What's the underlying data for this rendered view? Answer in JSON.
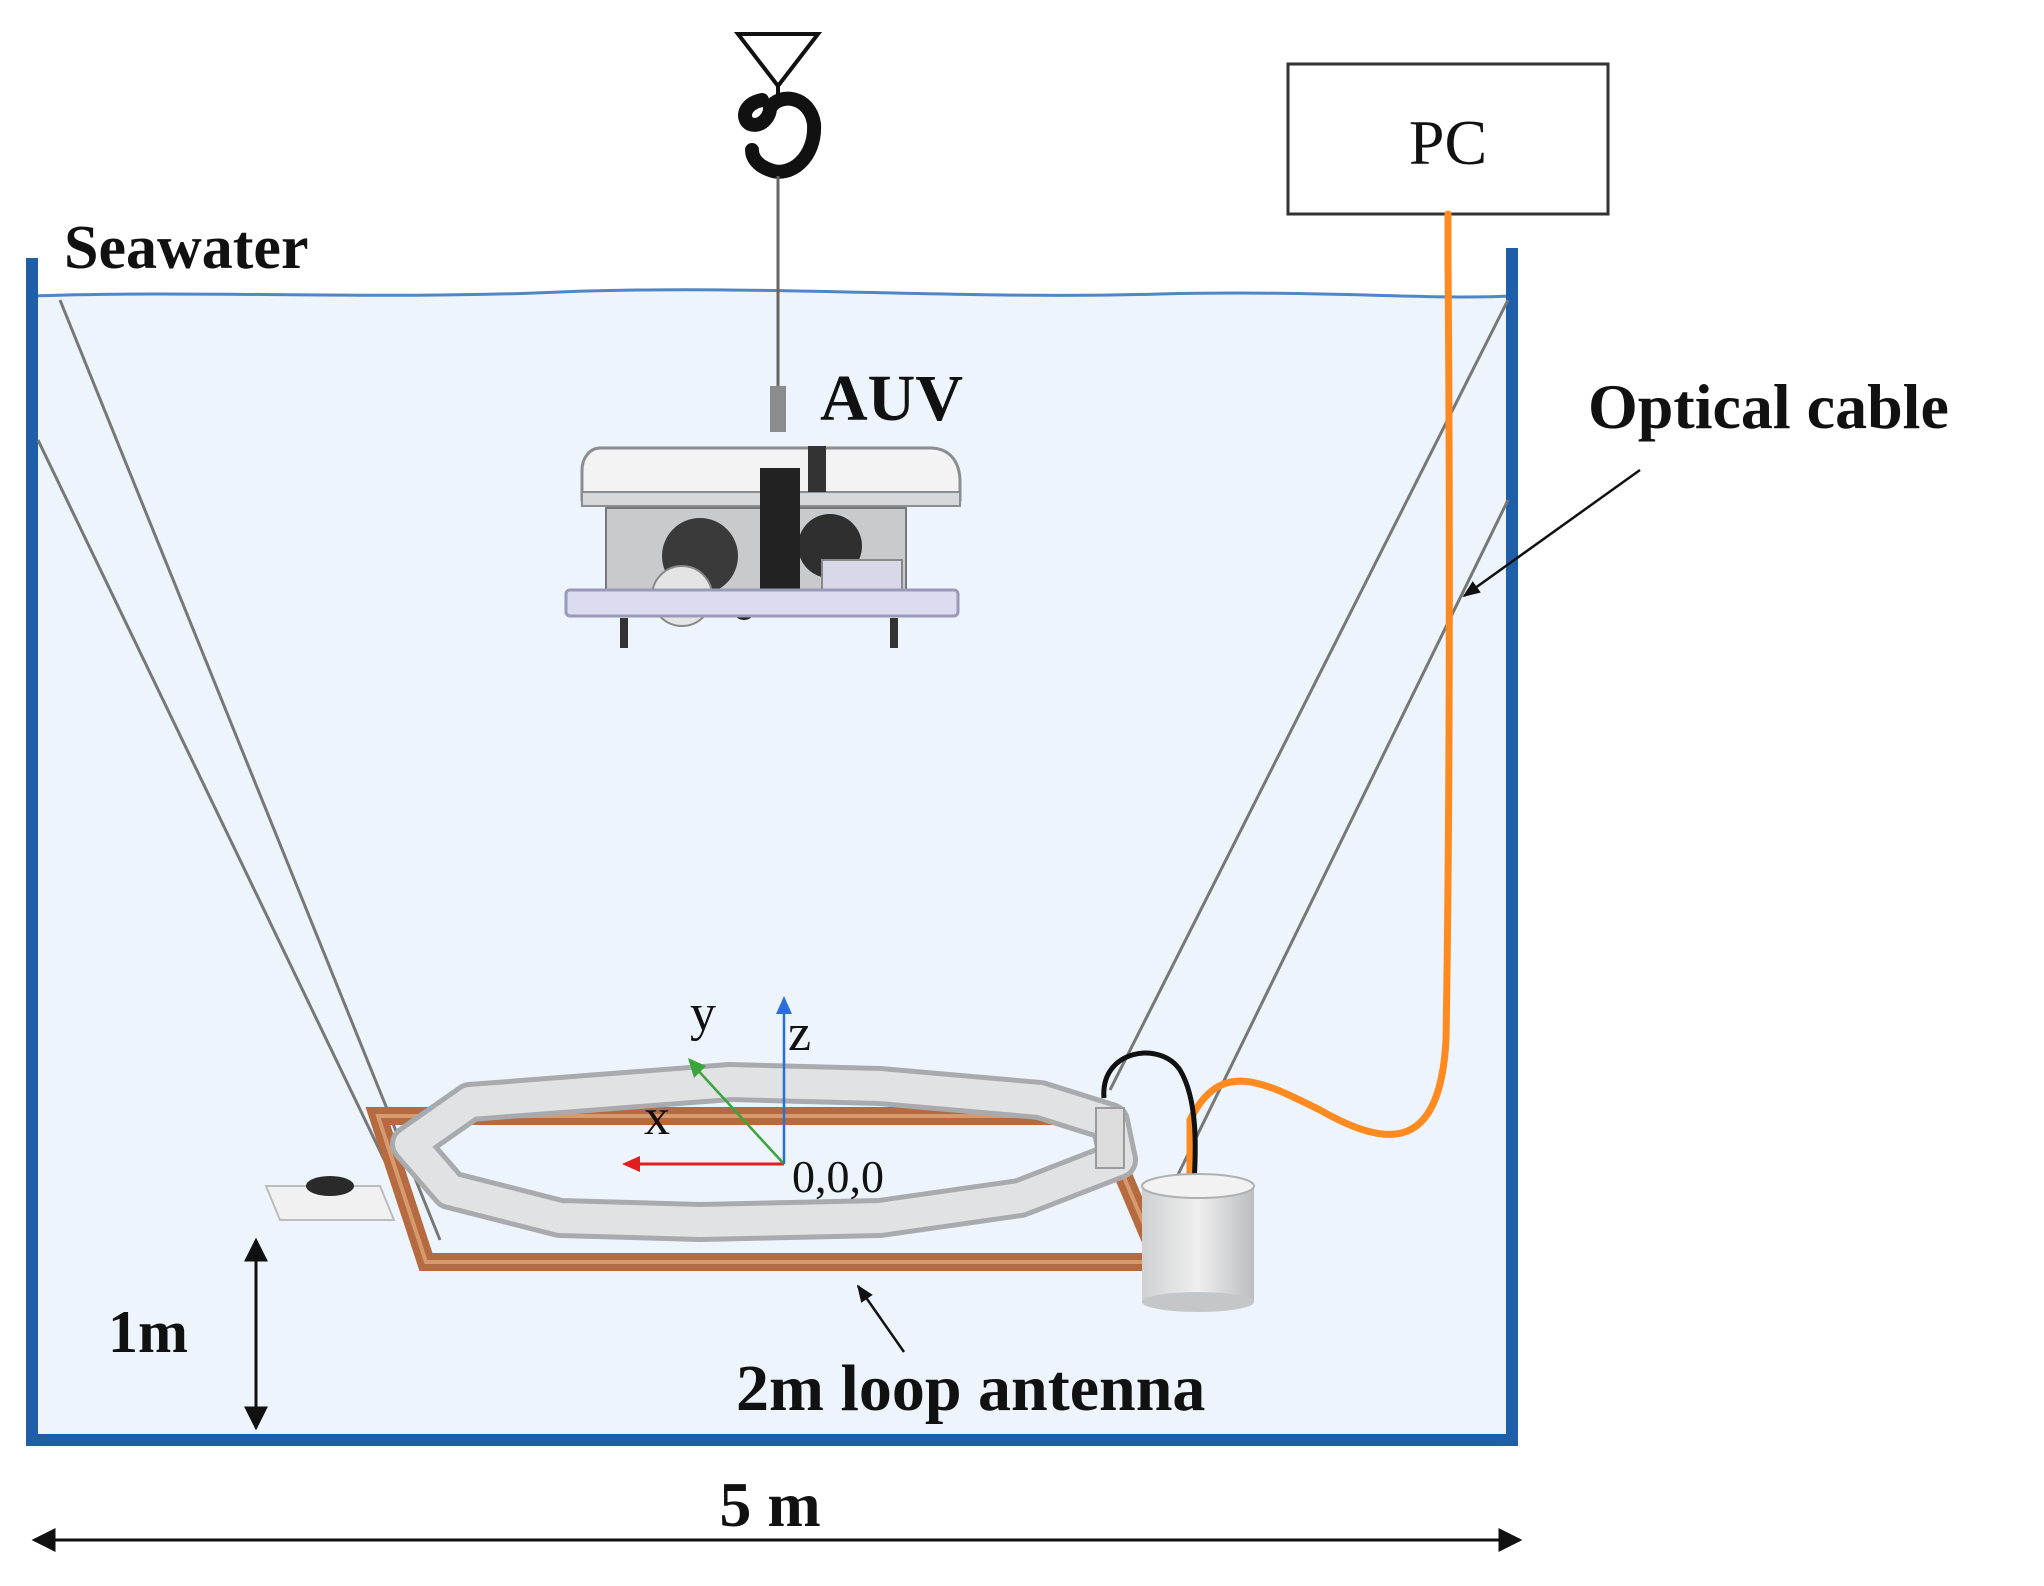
{
  "labels": {
    "seawater": "Seawater",
    "auv": "AUV",
    "pc": "PC",
    "optical_cable": "Optical cable",
    "axis_y": "y",
    "axis_z": "z",
    "axis_x": "x",
    "origin": "0,0,0",
    "depth": "1m",
    "loop_antenna": "2m loop antenna",
    "tank_width": "5 m"
  },
  "colors": {
    "tank_wall": "#1f5ea8",
    "water_fill": "#edf4fb",
    "water_surface": "#4f86c6",
    "optical_cable": "#ff8a1f",
    "copper_frame": "#b56a3f",
    "pipe_frame": "#d9dadc",
    "axis_x": "#e01e1e",
    "axis_y": "#3aa53a",
    "axis_z": "#2a6fd6"
  },
  "icons": {
    "hook": "crane-hook-icon",
    "vehicle": "auv-icon",
    "sensor": "cylinder-sensor-icon"
  }
}
